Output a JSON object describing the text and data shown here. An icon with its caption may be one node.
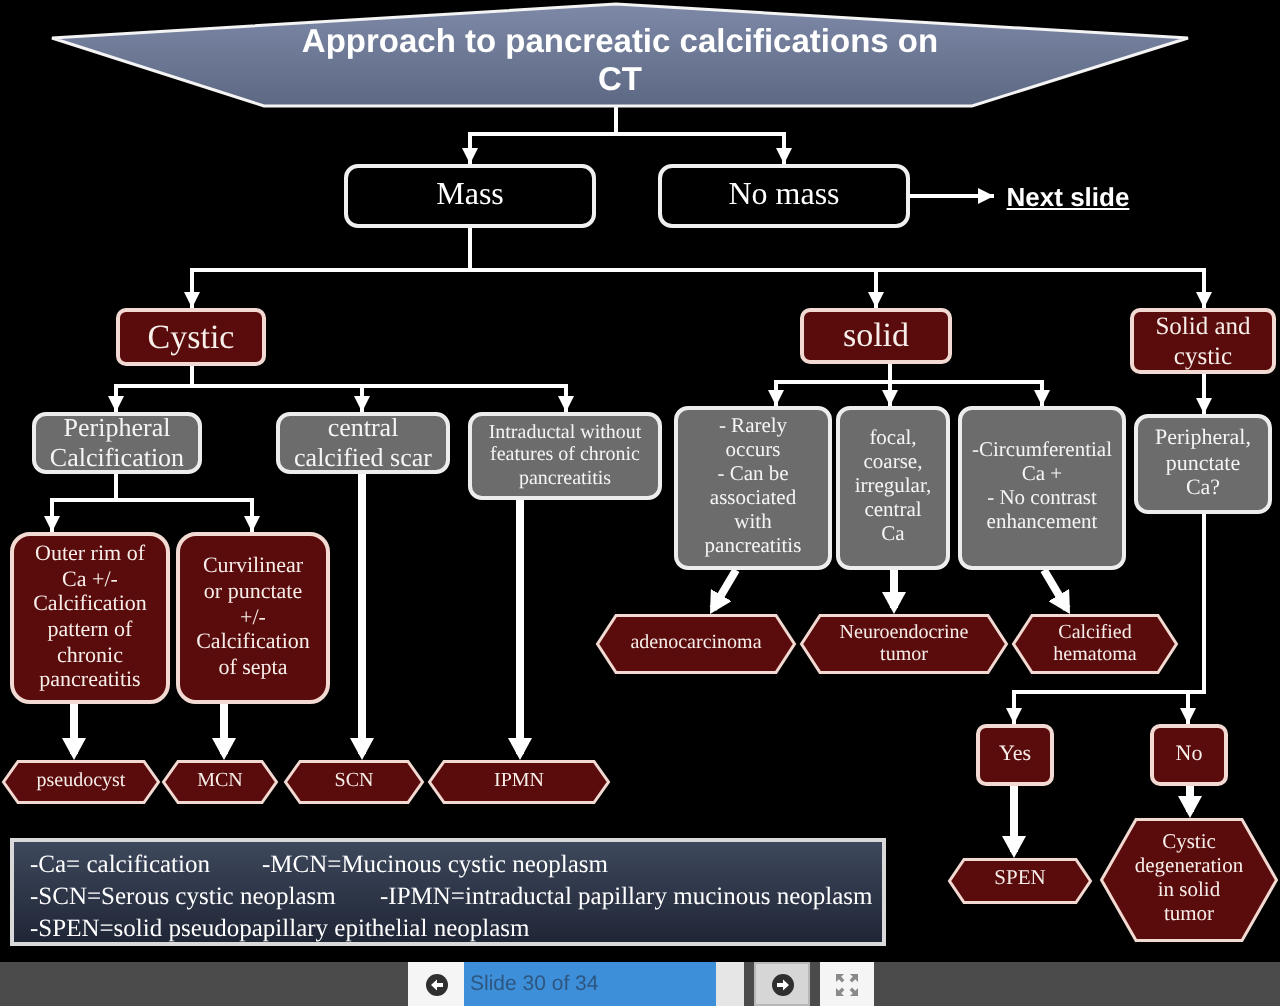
{
  "diagram": {
    "nodes": [
      {
        "text": [
          "Approach to pancreatic calcifications on CT"
        ]
      },
      {
        "text": [
          "Mass"
        ]
      },
      {
        "text": [
          "No mass"
        ]
      },
      {
        "text": [
          "Next slide"
        ]
      },
      {
        "text": [
          "Cystic"
        ]
      },
      {
        "text": [
          "solid"
        ]
      },
      {
        "text": [
          "Solid and cystic"
        ]
      },
      {
        "text": [
          "Peripheral Calcification"
        ]
      },
      {
        "text": [
          "central calcified scar"
        ]
      },
      {
        "text": [
          "Intraductal without features of chronic pancreatitis"
        ]
      },
      {
        "text": [
          "- Rarely occurs",
          "- Can be associated with pancreatitis"
        ]
      },
      {
        "text": [
          "focal, coarse, irregular, central Ca"
        ]
      },
      {
        "text": [
          "-Circumferential Ca +",
          "- No contrast enhancement"
        ]
      },
      {
        "text": [
          "Peripheral, punctate Ca?"
        ]
      },
      {
        "text": [
          "Outer rim of Ca +/- Calcification pattern of chronic pancreatitis"
        ]
      },
      {
        "text": [
          "Curvilinear or punctate +/- Calcification of septa"
        ]
      },
      {
        "text": [
          "adenocarcinoma"
        ]
      },
      {
        "text": [
          "Neuroendocrine tumor"
        ]
      },
      {
        "text": [
          "Calcified hematoma"
        ]
      },
      {
        "text": [
          "Yes"
        ]
      },
      {
        "text": [
          "No"
        ]
      },
      {
        "text": [
          "pseudocyst"
        ]
      },
      {
        "text": [
          "MCN"
        ]
      },
      {
        "text": [
          "SCN"
        ]
      },
      {
        "text": [
          "IPMN"
        ]
      },
      {
        "text": [
          "SPEN"
        ]
      },
      {
        "text": [
          "Cystic degeneration in solid tumor"
        ]
      },
      {
        "text": [
          "-Ca= calcification",
          "-MCN=Mucinous cystic neoplasm",
          "-SCN=Serous cystic neoplasm",
          "-IPMN=intraductal papillary mucinous neoplasm",
          "-SPEN=solid pseudopapillary epithelial neoplasm"
        ]
      }
    ],
    "edges": [
      {
        "from": 0,
        "to": 1,
        "arrow": "to"
      },
      {
        "from": 0,
        "to": 2,
        "arrow": "to"
      },
      {
        "from": 2,
        "to": 3,
        "arrow": "to"
      },
      {
        "from": 1,
        "to": 4,
        "arrow": "to"
      },
      {
        "from": 1,
        "to": 5,
        "arrow": "to"
      },
      {
        "from": 1,
        "to": 6,
        "arrow": "to"
      },
      {
        "from": 4,
        "to": 7,
        "arrow": "to"
      },
      {
        "from": 4,
        "to": 8,
        "arrow": "to"
      },
      {
        "from": 4,
        "to": 9,
        "arrow": "to"
      },
      {
        "from": 7,
        "to": 14,
        "arrow": "to"
      },
      {
        "from": 7,
        "to": 15,
        "arrow": "to"
      },
      {
        "from": 5,
        "to": 10,
        "arrow": "to"
      },
      {
        "from": 5,
        "to": 11,
        "arrow": "to"
      },
      {
        "from": 5,
        "to": 12,
        "arrow": "to"
      },
      {
        "from": 6,
        "to": 13,
        "arrow": "to"
      },
      {
        "from": 14,
        "to": 21,
        "arrow": "to",
        "style": "thick"
      },
      {
        "from": 15,
        "to": 22,
        "arrow": "to",
        "style": "thick"
      },
      {
        "from": 8,
        "to": 23,
        "arrow": "to",
        "style": "thick"
      },
      {
        "from": 9,
        "to": 24,
        "arrow": "to",
        "style": "thick"
      },
      {
        "from": 10,
        "to": 16,
        "arrow": "to",
        "style": "thick"
      },
      {
        "from": 11,
        "to": 17,
        "arrow": "to",
        "style": "thick"
      },
      {
        "from": 12,
        "to": 18,
        "arrow": "to",
        "style": "thick"
      },
      {
        "from": 13,
        "to": 19,
        "arrow": "to"
      },
      {
        "from": 13,
        "to": 20,
        "arrow": "to"
      },
      {
        "from": 19,
        "to": 25,
        "arrow": "to",
        "style": "thick"
      },
      {
        "from": 20,
        "to": 26,
        "arrow": "to",
        "style": "thick"
      }
    ],
    "labels": [
      "Slide 30 of 34"
    ]
  }
}
